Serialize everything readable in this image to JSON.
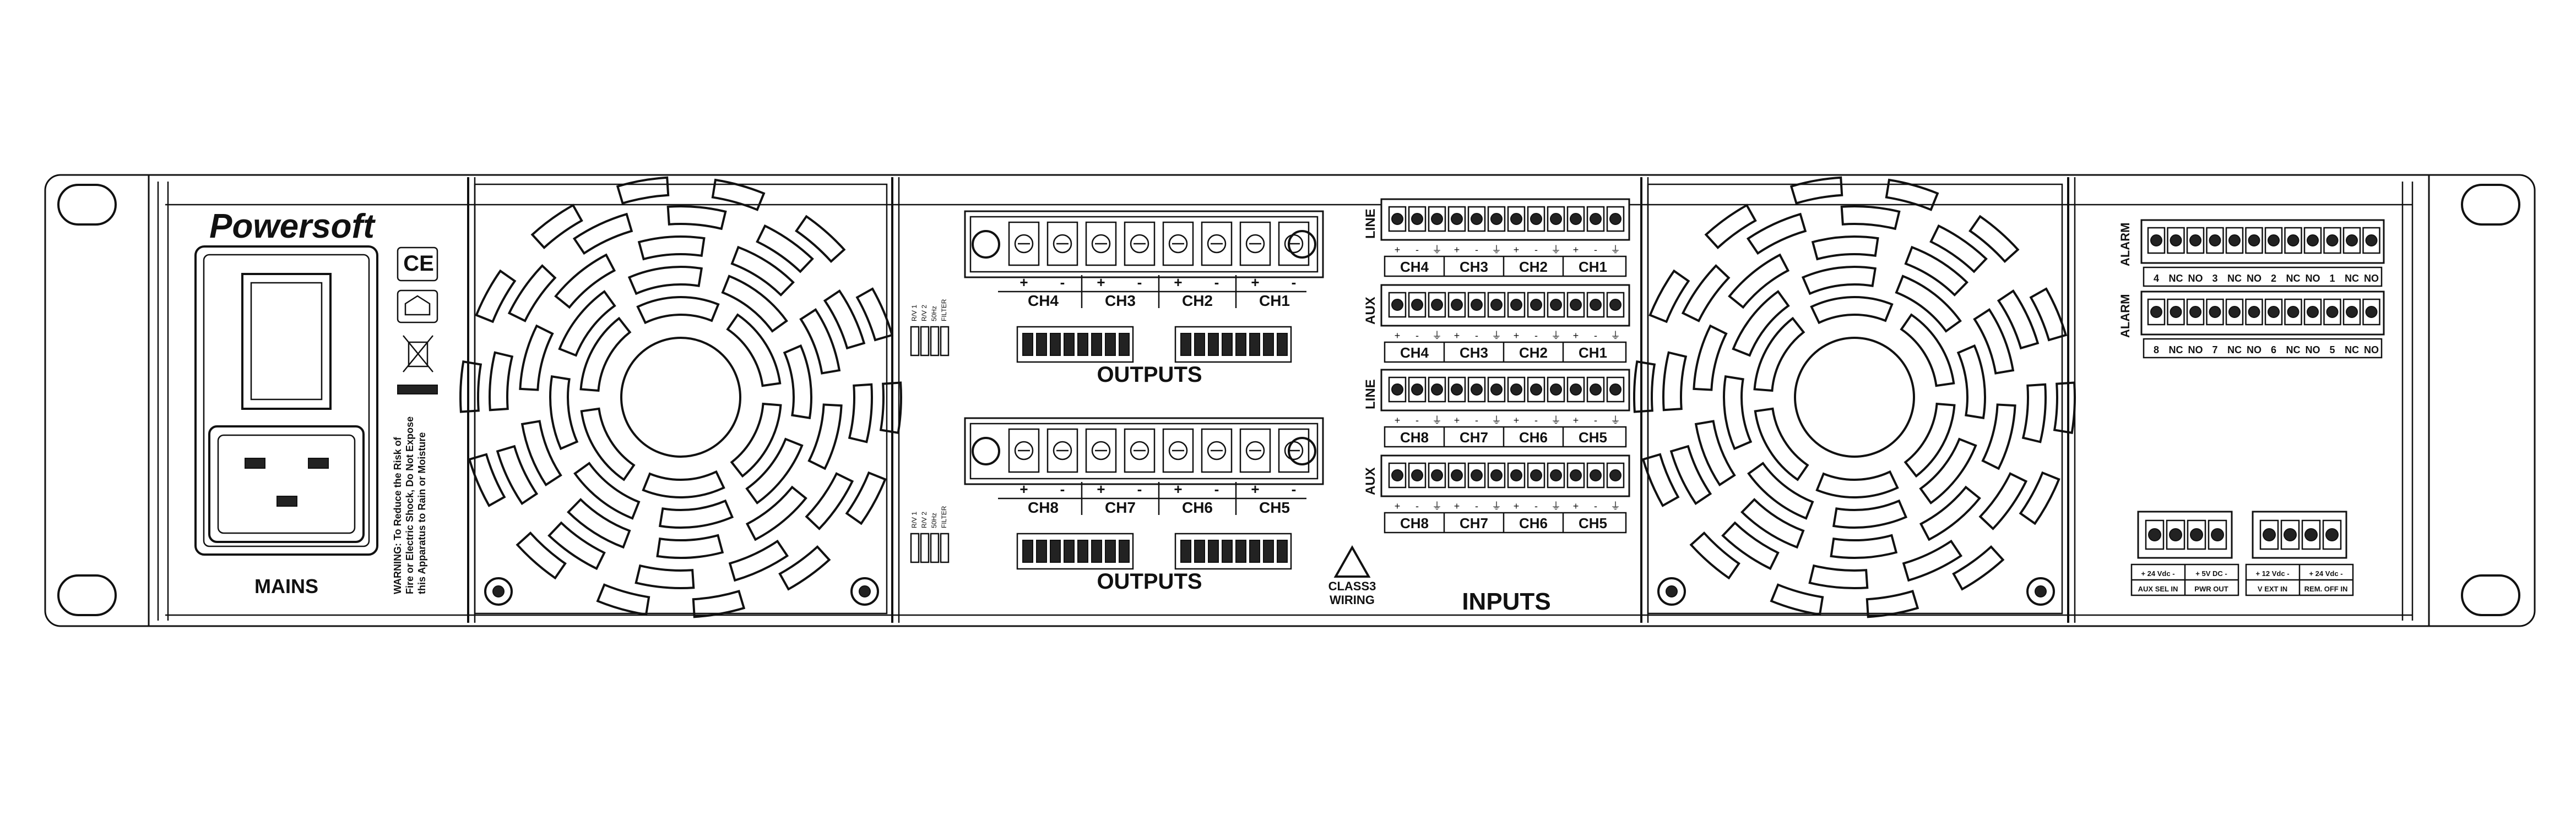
{
  "brand": "Powersoft",
  "mains": {
    "label": "MAINS"
  },
  "marks": {
    "ce": "CE"
  },
  "warning": {
    "lines": [
      "WARNING: To Reduce the Risk of",
      "Fire or Electric Shock, Do Not Expose",
      "this Apparatus to Rain or Moisture"
    ]
  },
  "outputs": {
    "label": "OUTPUTS",
    "groups": [
      {
        "channels": [
          "CH4",
          "CH3",
          "CH2",
          "CH1"
        ]
      },
      {
        "channels": [
          "CH8",
          "CH7",
          "CH6",
          "CH5"
        ]
      }
    ],
    "polarity": [
      "+",
      "-"
    ]
  },
  "dip_labels": [
    "R/V 1",
    "R/V 2",
    "50Hz",
    "FILTER"
  ],
  "class3": {
    "line1": "CLASS3",
    "line2": "WIRING"
  },
  "inputs": {
    "label": "INPUTS",
    "rows": [
      {
        "side": "LINE",
        "channels": [
          "CH4",
          "CH3",
          "CH2",
          "CH1"
        ]
      },
      {
        "side": "AUX",
        "channels": [
          "CH4",
          "CH3",
          "CH2",
          "CH1"
        ]
      },
      {
        "side": "LINE",
        "channels": [
          "CH8",
          "CH7",
          "CH6",
          "CH5"
        ]
      },
      {
        "side": "AUX",
        "channels": [
          "CH8",
          "CH7",
          "CH6",
          "CH5"
        ]
      }
    ],
    "pin_signs": [
      "+",
      "-",
      "⏚"
    ]
  },
  "alarm": {
    "label": "ALARM",
    "rows": [
      [
        "4",
        "NC",
        "NO",
        "3",
        "NC",
        "NO",
        "2",
        "NC",
        "NO",
        "1",
        "NC",
        "NO"
      ],
      [
        "8",
        "NC",
        "NO",
        "7",
        "NC",
        "NO",
        "6",
        "NC",
        "NO",
        "5",
        "NC",
        "NO"
      ]
    ]
  },
  "gpio": {
    "blocks": [
      {
        "top": [
          "+ 24 Vdc -",
          "+ 5V DC -"
        ],
        "bottom": [
          "AUX SEL IN",
          "PWR OUT"
        ]
      },
      {
        "top": [
          "+ 12 Vdc -",
          "+ 24 Vdc -"
        ],
        "bottom": [
          "V EXT IN",
          "REM. OFF IN"
        ]
      }
    ]
  }
}
